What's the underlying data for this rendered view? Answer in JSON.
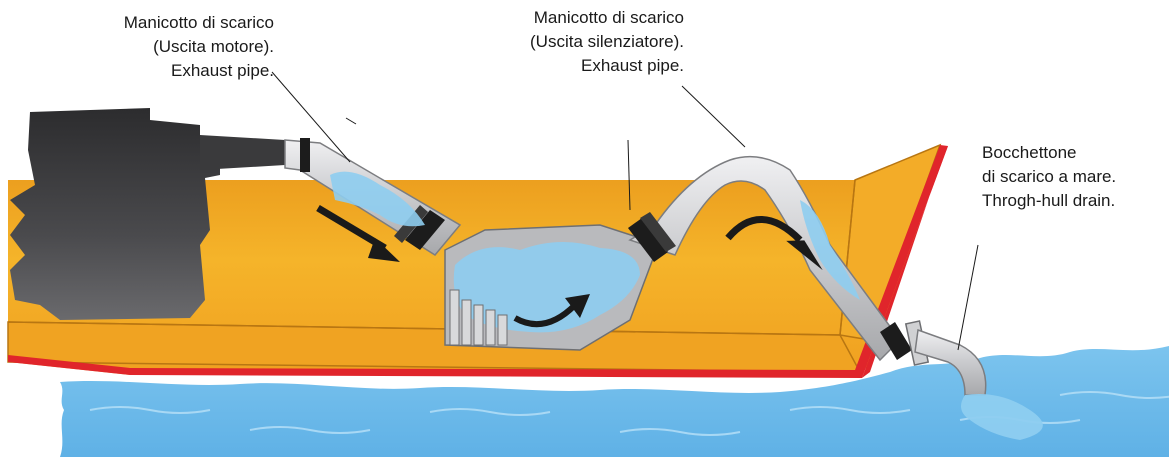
{
  "labels": {
    "engine_exhaust": {
      "line1": "Manicotto di scarico",
      "line2": "(Uscita motore).",
      "line3": "Exhaust pipe."
    },
    "muffler_exhaust": {
      "line1": "Manicotto di scarico",
      "line2": "(Uscita silenziatore).",
      "line3": "Exhaust pipe."
    },
    "through_hull": {
      "line1": "Bocchettone",
      "line2": "di scarico a mare.",
      "line3": "Throgh-hull drain."
    }
  },
  "colors": {
    "hull": "#f2a521",
    "hull_dark": "#d98a14",
    "keel_stripe": "#e0252b",
    "engine": "#3d3d3f",
    "hose": "#cfd0d2",
    "water": "#8ecdf0",
    "arrow": "#1a1a1a"
  }
}
